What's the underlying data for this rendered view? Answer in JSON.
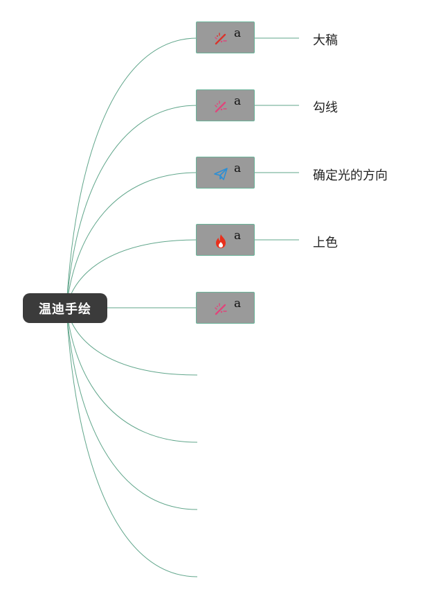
{
  "root": {
    "label": "温迪手绘"
  },
  "nodes": [
    {
      "letter": "a",
      "icon": "magic-wand-icon",
      "label": "大稿"
    },
    {
      "letter": "a",
      "icon": "magic-wand-icon",
      "label": "勾线"
    },
    {
      "letter": "a",
      "icon": "paper-plane-icon",
      "label": "确定光的方向"
    },
    {
      "letter": "a",
      "icon": "flame-icon",
      "label": "上色"
    },
    {
      "letter": "a",
      "icon": "magic-wand-icon",
      "label": ""
    }
  ],
  "empty_branches": 4,
  "colors": {
    "edge": "#5fa58a",
    "node_fill": "#9a9a9a",
    "node_border": "#6ab49a",
    "root_fill": "#3b3b3b",
    "wand_red": "#d9342b",
    "wand_pink": "#e0457b",
    "plane_blue": "#2b8fd6",
    "flame_red": "#e8301c"
  }
}
